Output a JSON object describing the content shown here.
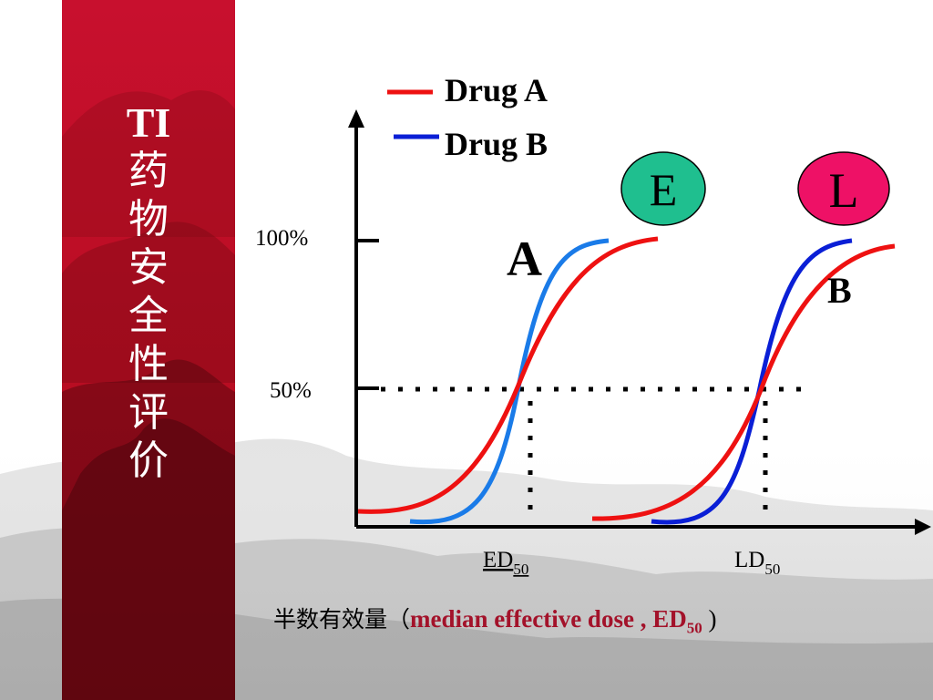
{
  "side_title": {
    "lines": [
      "TI",
      "药",
      "物",
      "安",
      "全",
      "性",
      "评",
      "价"
    ]
  },
  "legend": {
    "items": [
      {
        "label": "Drug A",
        "color": "#ee1111"
      },
      {
        "label": "Drug B",
        "color": "#0a1fd6"
      }
    ]
  },
  "badges": {
    "e": {
      "label": "E",
      "color": "#1fbf8f"
    },
    "l": {
      "label": "L",
      "color": "#ee1166"
    }
  },
  "labels": {
    "curve_a": "A",
    "curve_b": "B",
    "pct_100": "100%",
    "pct_50": "50%",
    "ed50": "ED",
    "ld50": "LD",
    "subscript": "50"
  },
  "footer": {
    "cn": "半数有效量（",
    "en": "median effective dose , ED",
    "sub": "50",
    "close": " )"
  },
  "colors": {
    "drug_a": "#ee1111",
    "drug_b_effect": "#1a7be8",
    "drug_b_lethal": "#0a1fd6",
    "side_bar": "#c8102e"
  }
}
